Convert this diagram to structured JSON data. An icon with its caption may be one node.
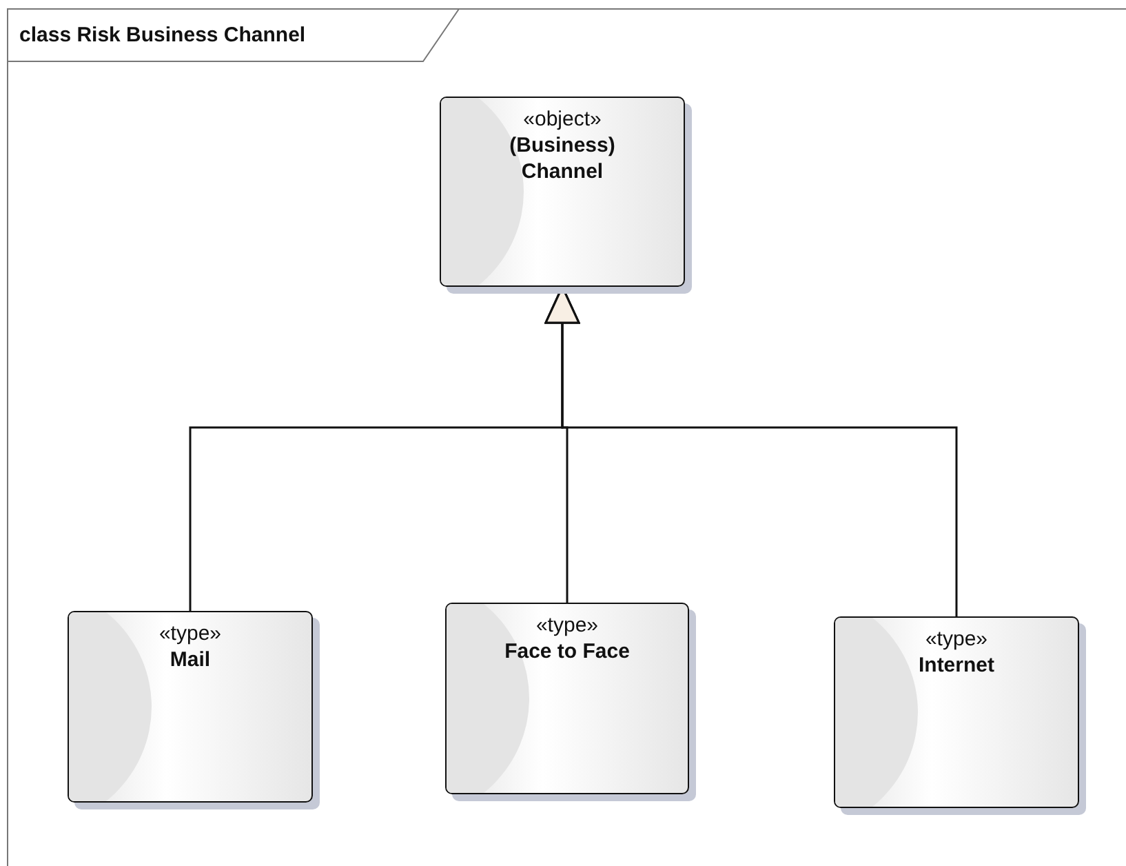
{
  "diagram": {
    "title": "class Risk Business Channel",
    "nodes": [
      {
        "text": [
          "«object»",
          "(Business) Channel"
        ]
      },
      {
        "text": [
          "«type»",
          "Mail"
        ]
      },
      {
        "text": [
          "«type»",
          "Face to Face"
        ]
      },
      {
        "text": [
          "«type»",
          "Internet"
        ]
      }
    ],
    "edges": [
      {
        "from": 1,
        "to": 0,
        "arrow": "to"
      },
      {
        "from": 2,
        "to": 0,
        "arrow": "to"
      },
      {
        "from": 3,
        "to": 0,
        "arrow": "to"
      }
    ]
  }
}
